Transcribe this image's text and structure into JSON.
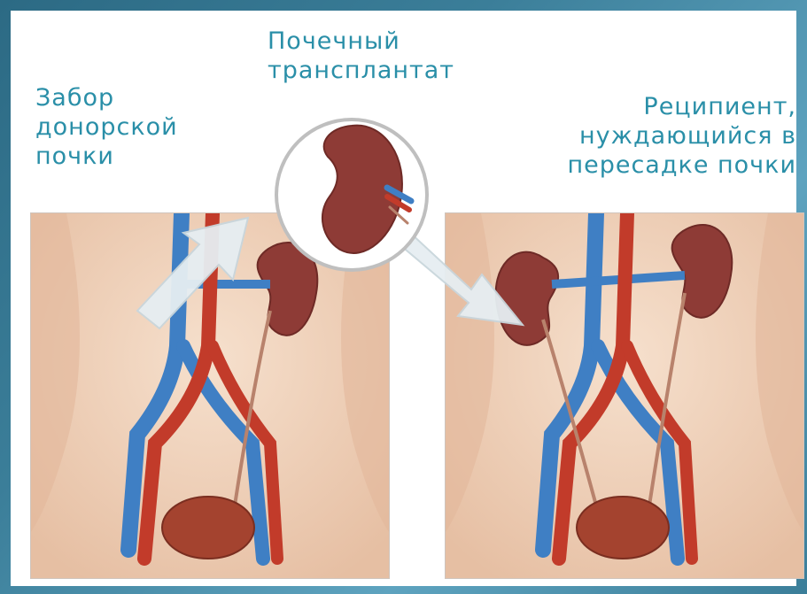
{
  "labels": {
    "donor": [
      "Забор",
      "донорской",
      "почки"
    ],
    "graft": [
      "Почечный",
      "трансплантат"
    ],
    "recipient": [
      "Реципиент,",
      "нуждающийся в",
      "пересадке почки"
    ]
  },
  "colors": {
    "label_text": "#2a8fa8",
    "artery": "#c23b2a",
    "vein": "#3f7fc4",
    "kidney": "#8e3b36",
    "bladder": "#a4432f",
    "skin": "#f2d6c0",
    "arrow": "#e6eef2"
  },
  "icons": {
    "graft_magnifier": "magnifier-circle-icon",
    "arrow_to_graft": "arrow-up-right-icon",
    "arrow_to_recipient": "arrow-down-right-icon"
  }
}
